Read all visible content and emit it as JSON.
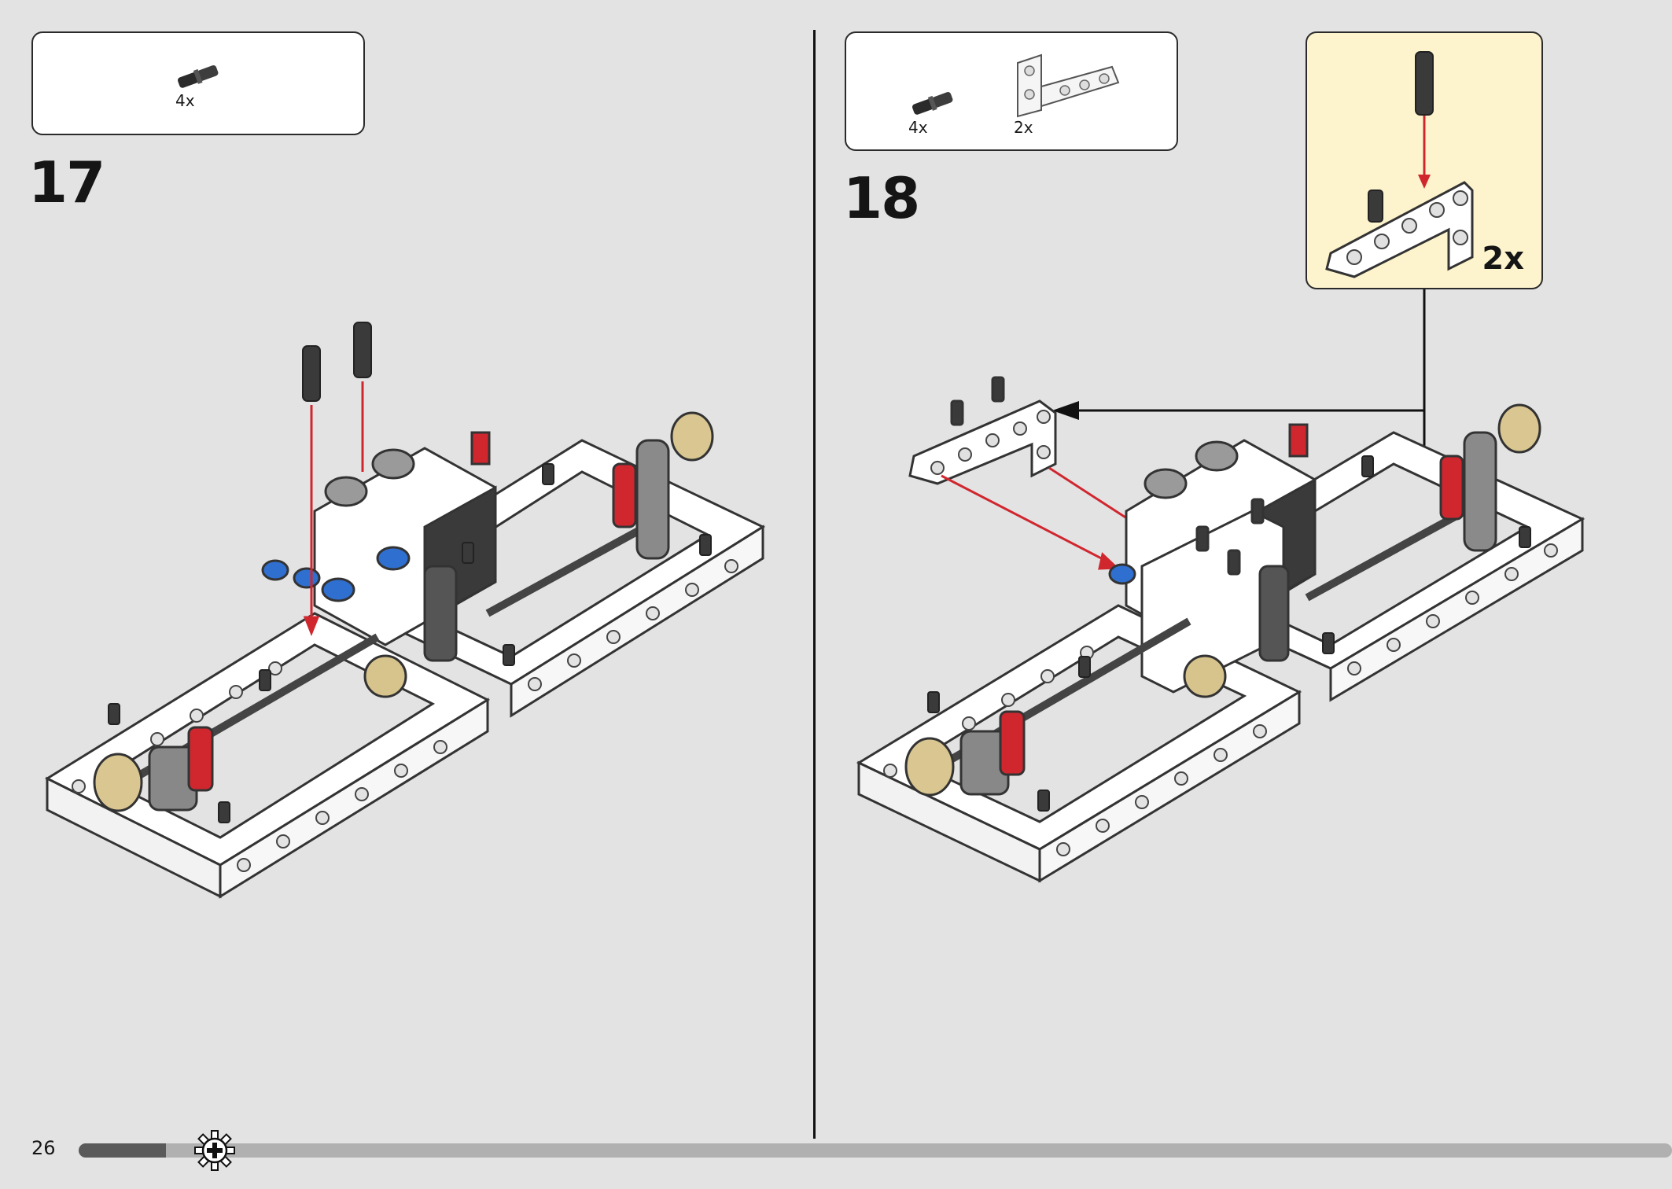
{
  "page": {
    "number": "26",
    "progress_fraction": 0.055
  },
  "steps": [
    {
      "number": "17",
      "parts": [
        {
          "name": "connector-pin",
          "quantity": "4x"
        }
      ]
    },
    {
      "number": "18",
      "parts": [
        {
          "name": "connector-pin",
          "quantity": "4x"
        },
        {
          "name": "l-shaped-beam",
          "quantity": "2x"
        }
      ],
      "subassembly": {
        "multiplier": "2x"
      }
    }
  ],
  "colors": {
    "background": "#e3e3e3",
    "callout": "#fdf4cd",
    "arrow": "#d0272f",
    "progress_fill": "#5a5a5a",
    "progress_track": "#b0b0b0"
  }
}
